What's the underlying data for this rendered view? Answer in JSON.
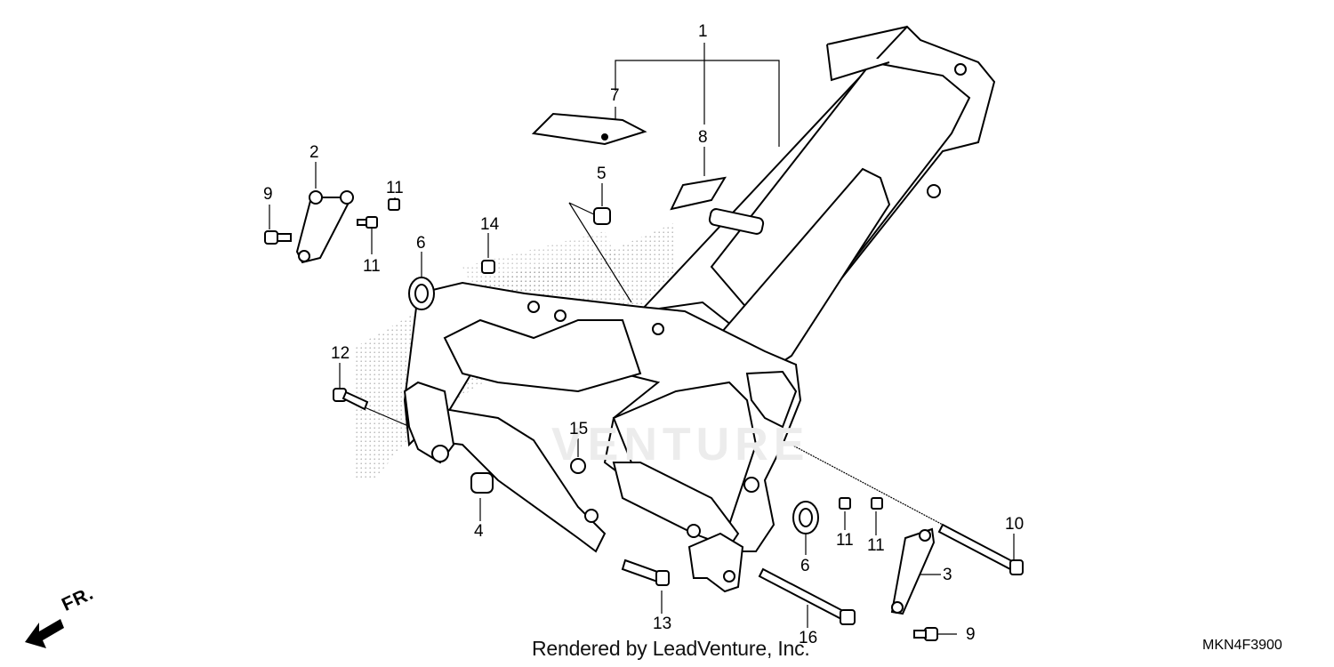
{
  "diagram": {
    "callouts": [
      {
        "id": "c1",
        "text": "1"
      },
      {
        "id": "c7",
        "text": "7"
      },
      {
        "id": "c8",
        "text": "8"
      },
      {
        "id": "c2",
        "text": "2"
      },
      {
        "id": "c9a",
        "text": "9"
      },
      {
        "id": "c11a",
        "text": "11"
      },
      {
        "id": "c11b",
        "text": "11"
      },
      {
        "id": "c5",
        "text": "5"
      },
      {
        "id": "c14",
        "text": "14"
      },
      {
        "id": "c6a",
        "text": "6"
      },
      {
        "id": "c12",
        "text": "12"
      },
      {
        "id": "c15",
        "text": "15"
      },
      {
        "id": "c4",
        "text": "4"
      },
      {
        "id": "c13",
        "text": "13"
      },
      {
        "id": "c16",
        "text": "16"
      },
      {
        "id": "c6b",
        "text": "6"
      },
      {
        "id": "c11c",
        "text": "11"
      },
      {
        "id": "c11d",
        "text": "11"
      },
      {
        "id": "c10",
        "text": "10"
      },
      {
        "id": "c3",
        "text": "3"
      },
      {
        "id": "c9b",
        "text": "9"
      }
    ],
    "direction_label": "FR.",
    "watermark": "VENTURE",
    "credit": "Rendered by LeadVenture, Inc.",
    "diagram_code": "MKN4F3900"
  }
}
